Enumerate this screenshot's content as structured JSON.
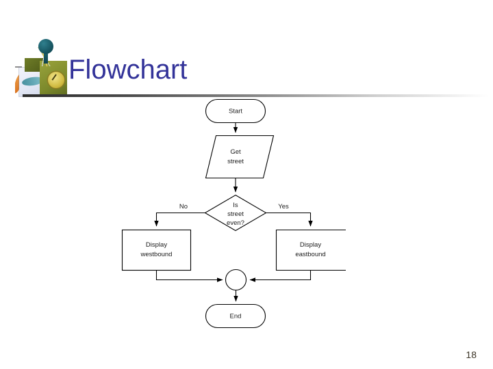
{
  "slide": {
    "title": "Flowchart",
    "title_color": "#333399",
    "page_number": "18",
    "background_color": "#ffffff"
  },
  "decoration": {
    "icon_name": "clipart-still-life"
  },
  "flowchart": {
    "stroke_color": "#000000",
    "fill_color": "#ffffff",
    "nodes": [
      {
        "id": "start",
        "type": "terminator",
        "label": "Start"
      },
      {
        "id": "get",
        "type": "input-output",
        "label_line1": "Get",
        "label_line2": "street"
      },
      {
        "id": "decision",
        "type": "decision",
        "label_line1": "Is",
        "label_line2": "street",
        "label_line3": "even?"
      },
      {
        "id": "west",
        "type": "process",
        "label_line1": "Display",
        "label_line2": "westbound"
      },
      {
        "id": "east",
        "type": "process",
        "label_line1": "Display",
        "label_line2": "eastbound"
      },
      {
        "id": "connector",
        "type": "connector",
        "label": ""
      },
      {
        "id": "end",
        "type": "terminator",
        "label": "End"
      }
    ],
    "branch_labels": {
      "no": "No",
      "yes": "Yes"
    }
  }
}
